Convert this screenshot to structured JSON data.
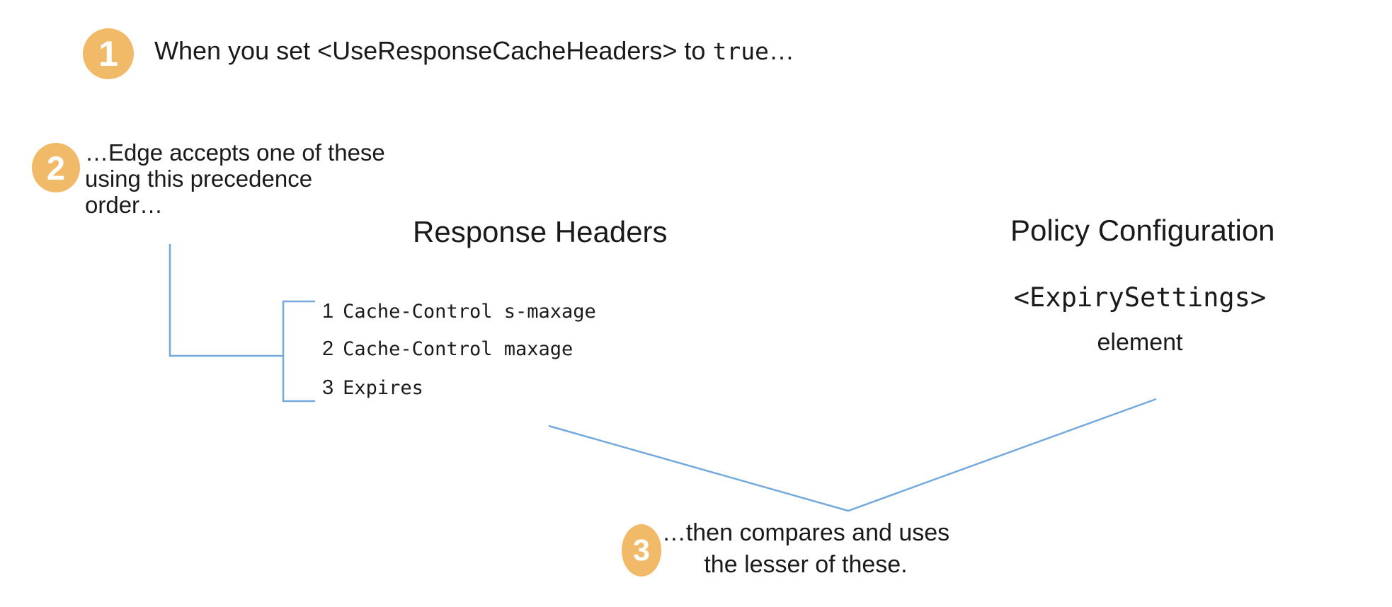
{
  "colors": {
    "background": "#FFFFFF",
    "text": "#1A1A1A",
    "badge": "#F0BA69",
    "badge_number": "#FFFFFF",
    "line": "#74A9DC"
  },
  "step1": {
    "number": "1",
    "text_before": "When you set <UseResponseCacheHeaders> to ",
    "code": "true",
    "ellipsis": "…"
  },
  "step2": {
    "number": "2",
    "line1": "…Edge accepts one of these",
    "line2": "using this precedence",
    "line3": "order…"
  },
  "response_headers": {
    "title": "Response Headers",
    "items": [
      {
        "rank": "1",
        "code": "Cache-Control s-maxage"
      },
      {
        "rank": "2",
        "code": "Cache-Control maxage"
      },
      {
        "rank": "3",
        "code": "Expires"
      }
    ]
  },
  "policy_configuration": {
    "title": "Policy Configuration",
    "code": "<ExpirySettings>",
    "caption": "element"
  },
  "step3": {
    "number": "3",
    "line1": "…then compares and uses",
    "line2": "the lesser of these."
  }
}
